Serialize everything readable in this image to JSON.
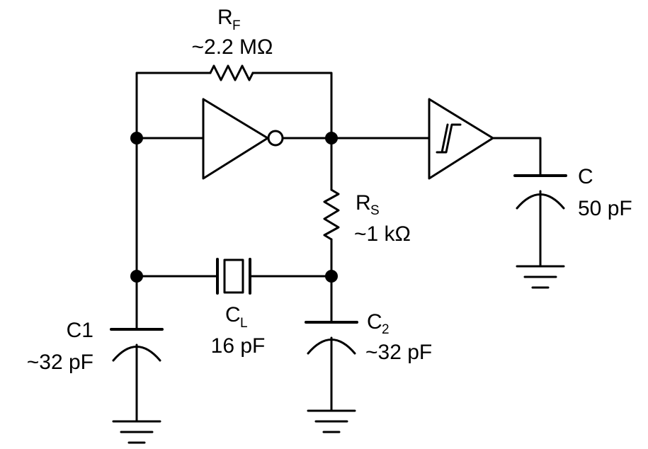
{
  "labels": {
    "rf_name": "R",
    "rf_sub": "F",
    "rf_value": "~2.2 MΩ",
    "rs_name": "R",
    "rs_sub": "S",
    "rs_value": "~1 kΩ",
    "c1_name": "C1",
    "c1_value": "~32 pF",
    "cl_name": "C",
    "cl_sub": "L",
    "cl_value": "16 pF",
    "c2_name": "C",
    "c2_sub": "2",
    "c2_value": "~32 pF",
    "c_name": "C",
    "c_value": "50 pF"
  },
  "colors": {
    "ink": "#000000",
    "background": "#ffffff"
  }
}
